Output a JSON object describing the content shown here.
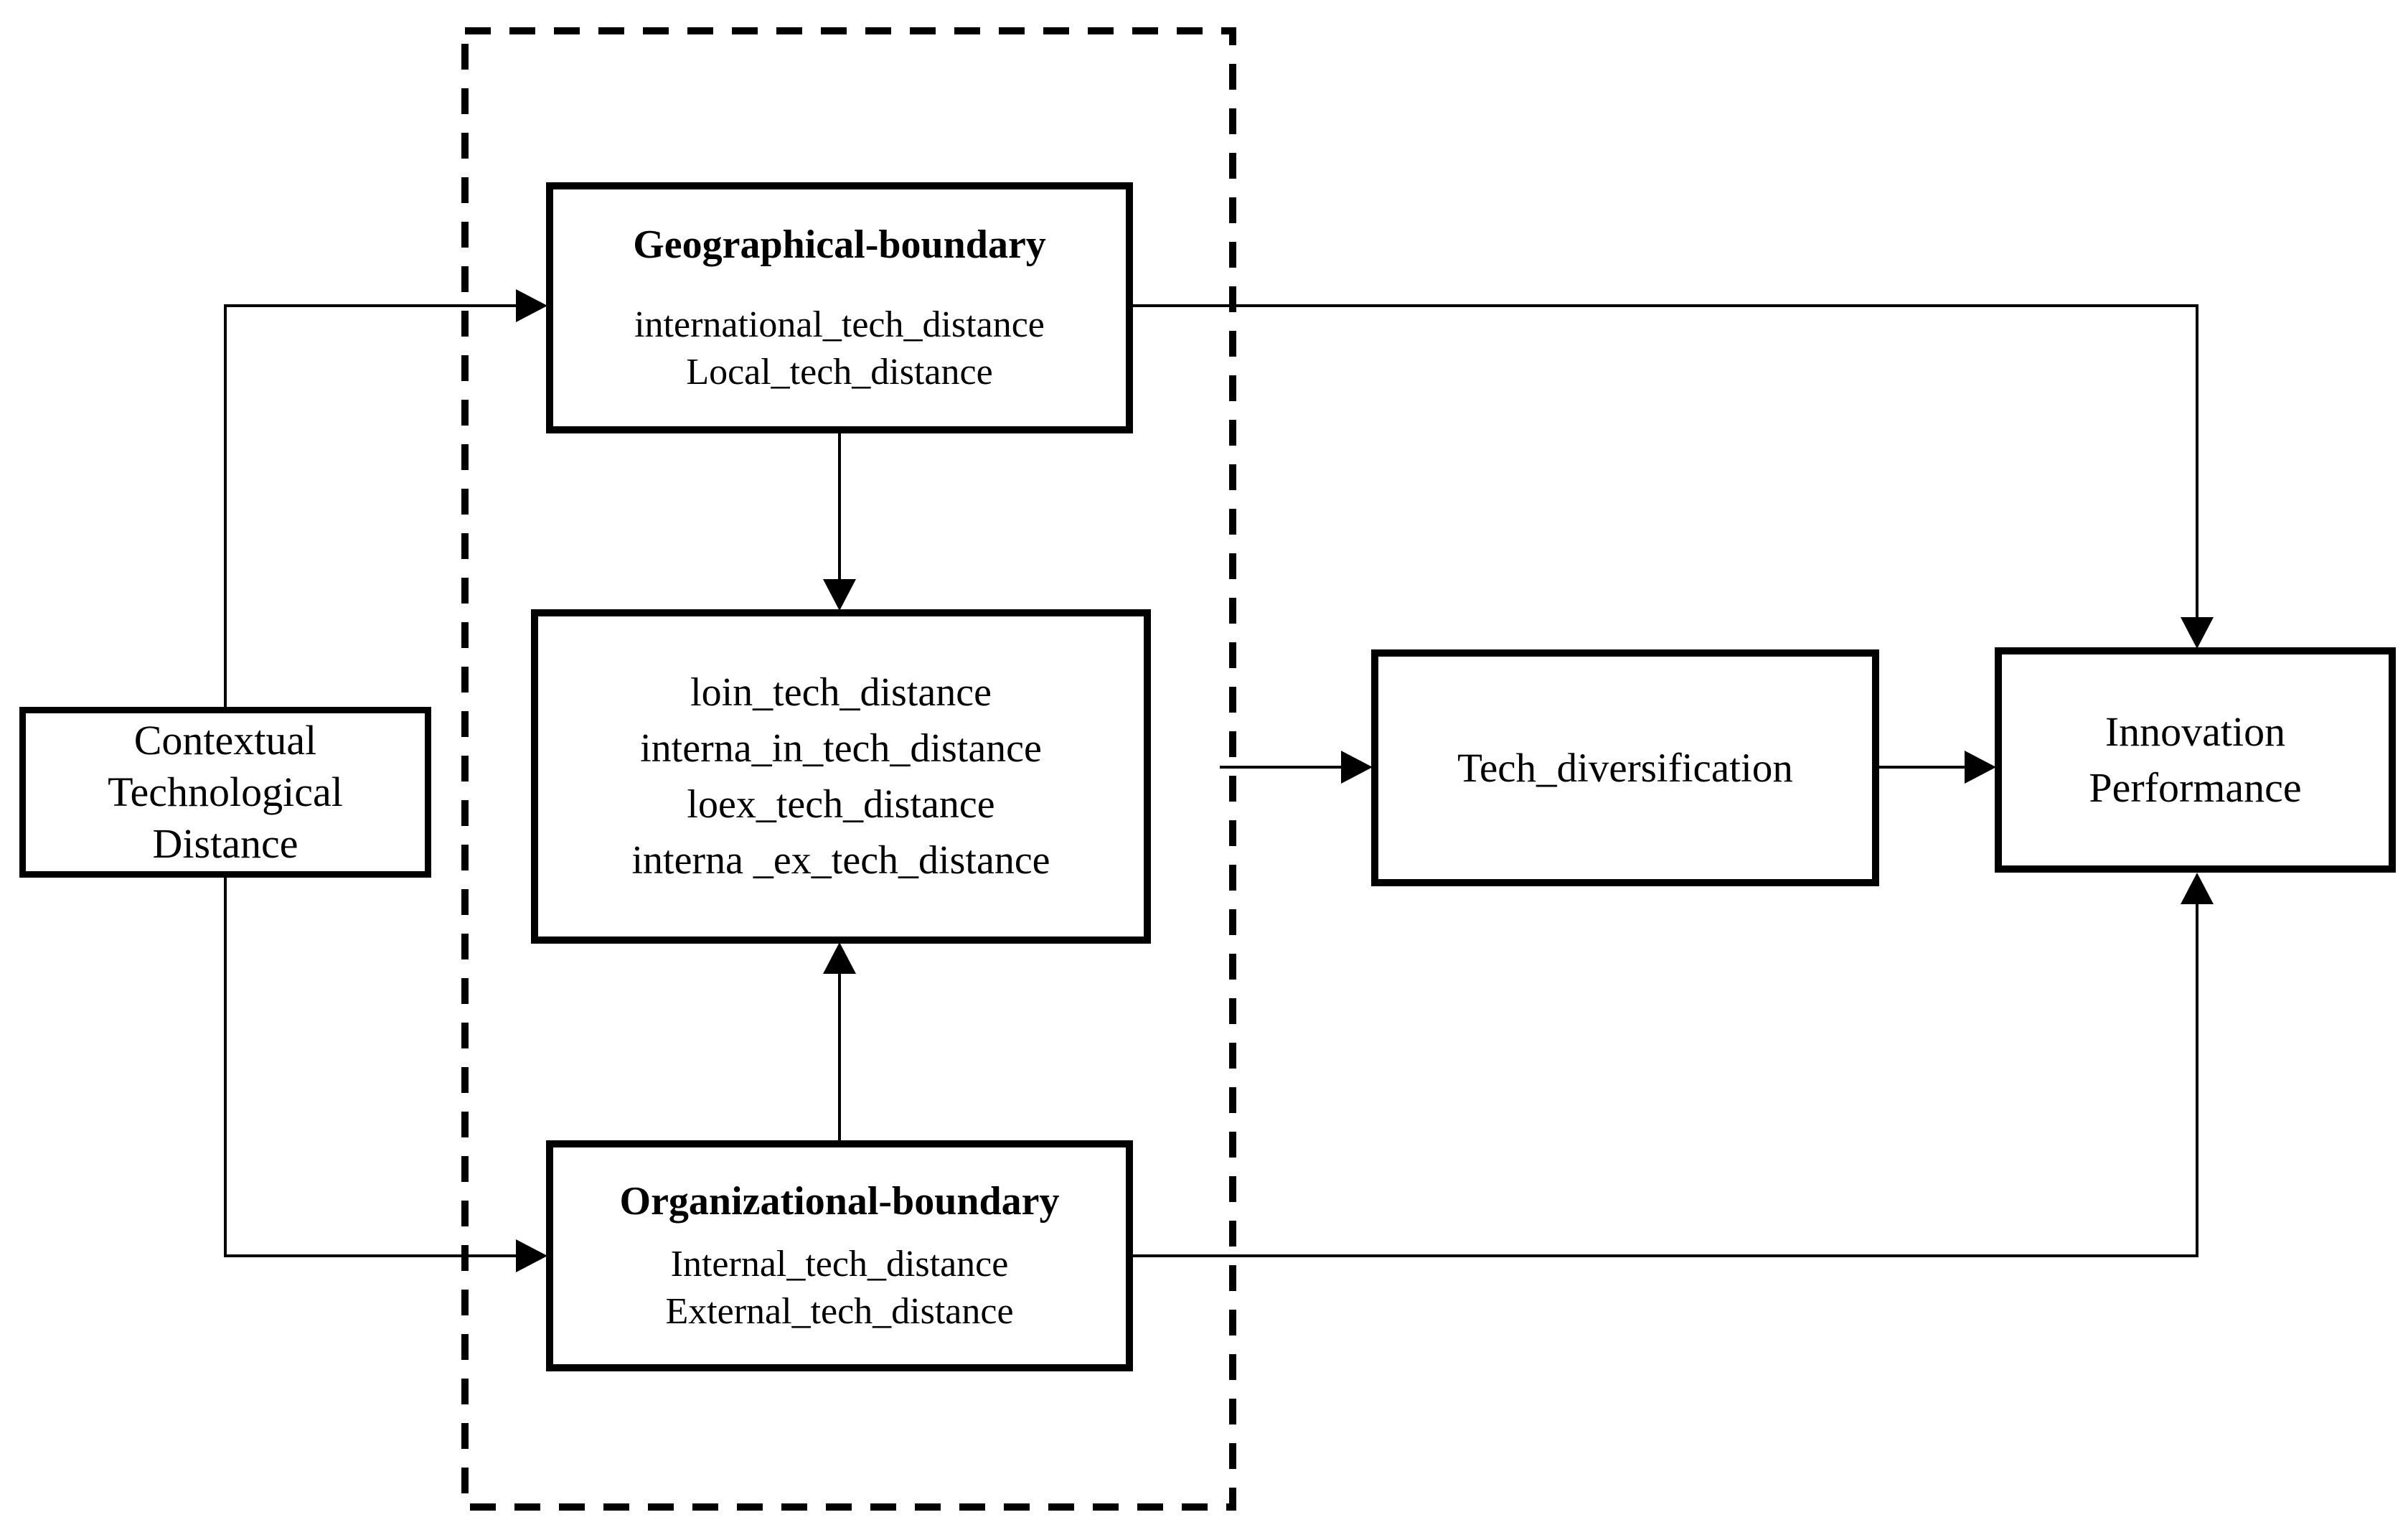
{
  "diagram": {
    "contextual_box": {
      "lines": [
        "Contextual",
        "Technological",
        "Distance"
      ]
    },
    "moderator_group": {
      "geographical_box": {
        "title": "Geographical-boundary",
        "items": [
          "international_tech_distance",
          "Local_tech_distance"
        ]
      },
      "interaction_box": {
        "items": [
          "loin_tech_distance",
          "interna_in_tech_distance",
          "loex_tech_distance",
          "interna _ex_tech_distance"
        ]
      },
      "organizational_box": {
        "title": "Organizational-boundary",
        "items": [
          "Internal_tech_distance",
          "External_tech_distance"
        ]
      }
    },
    "tech_box": {
      "label": "Tech_diversification"
    },
    "innovation_box": {
      "lines": [
        "Innovation",
        "Performance"
      ]
    },
    "colors": {
      "line": "#000000",
      "background": "#ffffff"
    }
  }
}
